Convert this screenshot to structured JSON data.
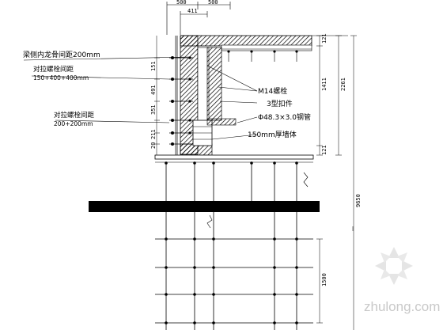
{
  "labels": {
    "beam_side_spacing": "梁侧内龙骨间距200mm",
    "bolt_spacing_1_title": "对拉螺栓间距",
    "bolt_spacing_1_value": "150+400+400mm",
    "bolt_spacing_2_title": "对拉螺栓间距",
    "bolt_spacing_2_value": "200+200mm",
    "bolt": "M14螺栓",
    "clip": "3型扣件",
    "steel_tube": "Φ48.3×3.0钢管",
    "block_wall": "150mm厚墙体"
  },
  "dimensions": {
    "top_left": "500",
    "top_right": "500",
    "top_inner": "411",
    "left_1": "151",
    "left_2": "491",
    "left_3": "351",
    "left_4": "211",
    "left_5": "20",
    "right_1": "1411",
    "right_2": "2261",
    "right_3": "9650",
    "right_small": "121",
    "right_small_2": "121",
    "bottom_right": "1500"
  },
  "watermark": {
    "text": "zhulong.com"
  },
  "colors": {
    "hatch": "#000000",
    "beam_fill": "#ffffff",
    "slab_band": "#000000"
  }
}
